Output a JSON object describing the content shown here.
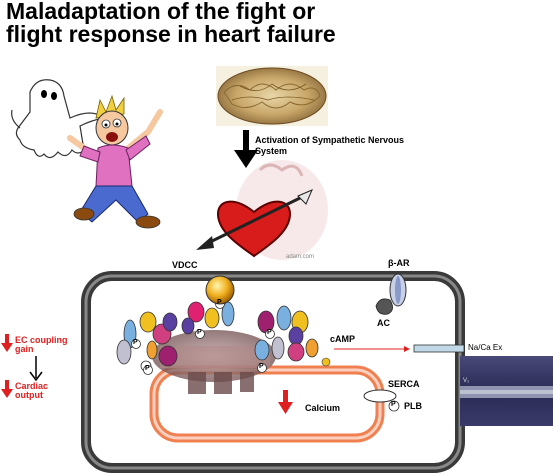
{
  "title": "Maladaptation of the fight or flight response in heart failure",
  "labels": {
    "activation": "Activation of Sympathetic Nervous System",
    "vdcc": "VDCC",
    "beta_ar": "β-AR",
    "ac": "AC",
    "camp": "cAMP",
    "na_ca": "Na/Ca Ex",
    "serca": "SERCA",
    "plb": "PLB",
    "calcium": "Calcium",
    "ec_coupling": "EC coupling gain",
    "cardiac_output": "Cardiac output",
    "p_marker": "P",
    "heart_watermark": "adam.com",
    "inset_label": "V₁"
  },
  "colors": {
    "cell_border": "#3a3a3a",
    "sr_tube": "#f08050",
    "red_text": "#e02020",
    "heart": "#d81c1c"
  }
}
